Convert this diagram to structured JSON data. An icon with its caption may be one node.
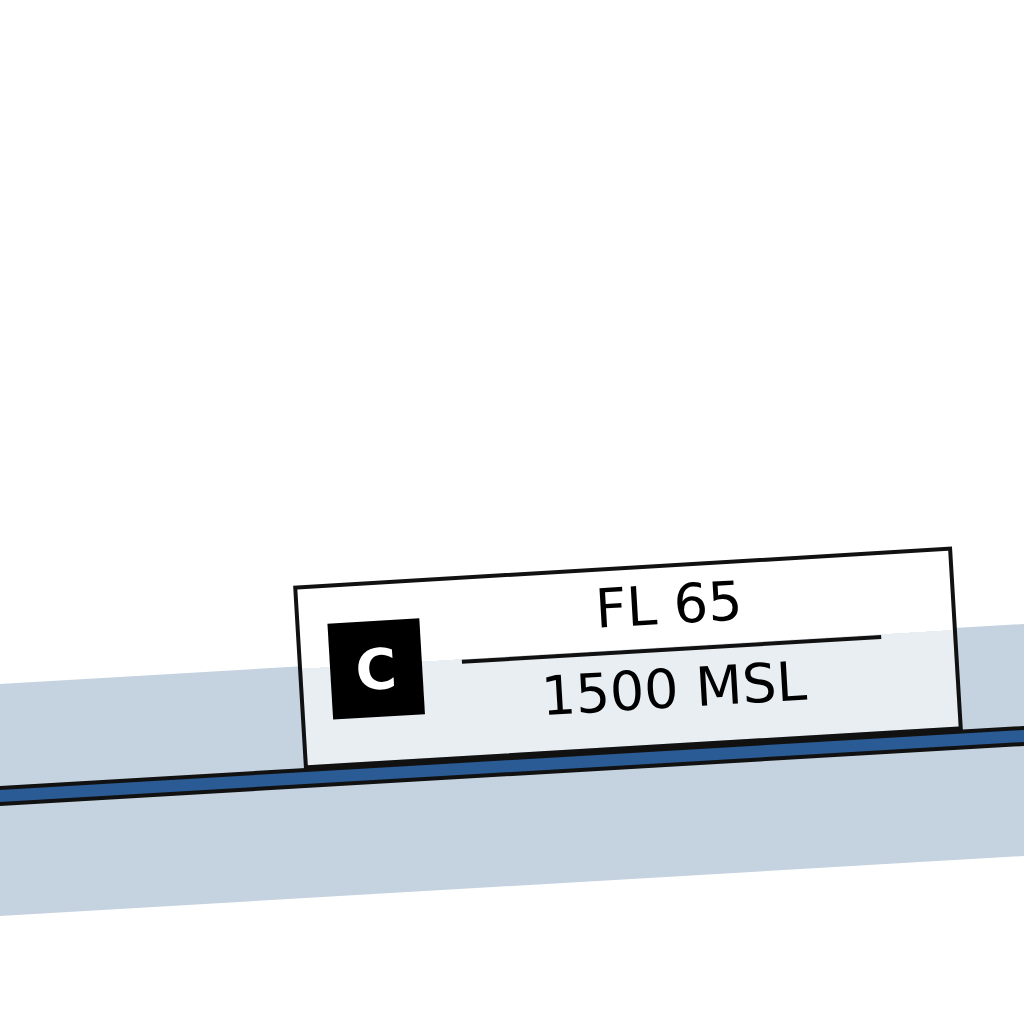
{
  "diagram": {
    "nodes": [
      {
        "text": [
          "FL 65",
          "1500 MSL"
        ]
      },
      {
        "text": [
          "C"
        ],
        "in": 0
      }
    ]
  }
}
